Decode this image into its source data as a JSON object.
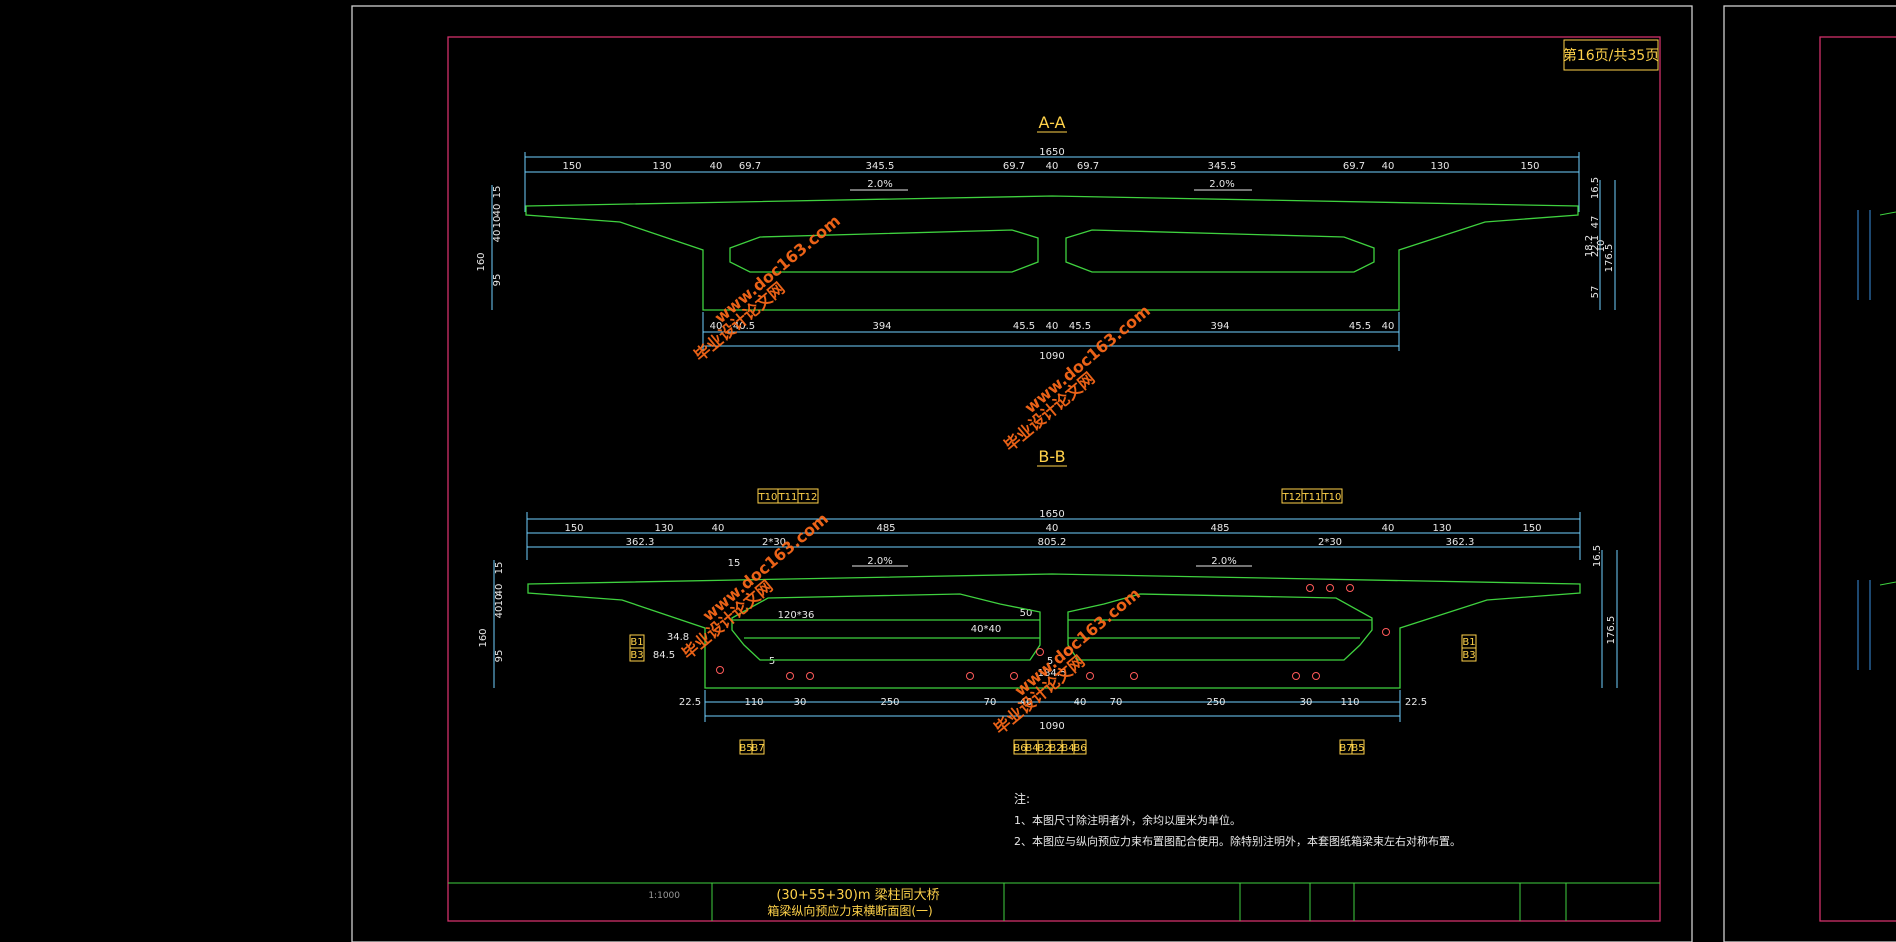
{
  "sheet": {
    "page_label": "第16页/共35页",
    "sectionA_title": "A-A",
    "sectionB_title": "B-B",
    "slope": "2.0%",
    "notes_title": "注:",
    "note1": "1、本图尺寸除注明者外，余均以厘米为单位。",
    "note2": "2、本图应与纵向预应力束布置图配合使用。除特别注明外，本套图纸箱梁束左右对称布置。",
    "title_main": "(30+55+30)m 梁柱同大桥",
    "title_sub": "箱梁纵向预应力束横断面图(一)",
    "title_left": "1:1000"
  },
  "watermark": {
    "cn": "毕业设计论文网",
    "url": "www.doc163.com"
  },
  "dimsA": {
    "top_total": "1650",
    "top_segments": [
      "150",
      "130",
      "40",
      "69.7",
      "345.5",
      "69.7",
      "40",
      "69.7",
      "345.5",
      "69.7",
      "40",
      "130",
      "150"
    ],
    "bottom_segments": [
      "40",
      "40.5",
      "394",
      "45.5",
      "40",
      "45.5",
      "394",
      "45.5",
      "40"
    ],
    "bottom_total": "1090",
    "left_vert": [
      "15",
      "40",
      "10",
      "40",
      "160",
      "95"
    ],
    "right_vert": [
      "16.5",
      "47",
      "18.2",
      "22.1",
      "10",
      "176.5",
      "57"
    ]
  },
  "dimsB": {
    "top_total": "1650",
    "row1": [
      "150",
      "130",
      "40",
      "485",
      "40",
      "485",
      "40",
      "130",
      "150"
    ],
    "row2": [
      "362.3",
      "2*30",
      "805.2",
      "2*30",
      "362.3"
    ],
    "bottom_segments": [
      "22.5",
      "110",
      "30",
      "250",
      "70",
      "40",
      "40",
      "70",
      "250",
      "30",
      "110",
      "22.5"
    ],
    "bottom_total": "1090",
    "left_vert": [
      "15",
      "40",
      "10",
      "40",
      "160",
      "95"
    ],
    "right_vert": [
      "16.5",
      "176.5"
    ],
    "inner": [
      "15",
      "5",
      "84.5",
      "34.8",
      "120*36",
      "40*40",
      "50",
      "5",
      "184.5"
    ]
  },
  "tendons": {
    "top_left": [
      "T10",
      "T11",
      "T12"
    ],
    "top_right": [
      "T12",
      "T11",
      "T10"
    ],
    "web_left": [
      "B1",
      "B3"
    ],
    "web_right": [
      "B1",
      "B3"
    ],
    "bottom_left": [
      "B5",
      "B7"
    ],
    "bottom_center": [
      "B6",
      "B4",
      "B2",
      "B2",
      "B4",
      "B6"
    ],
    "bottom_right": [
      "B7",
      "B5"
    ]
  }
}
